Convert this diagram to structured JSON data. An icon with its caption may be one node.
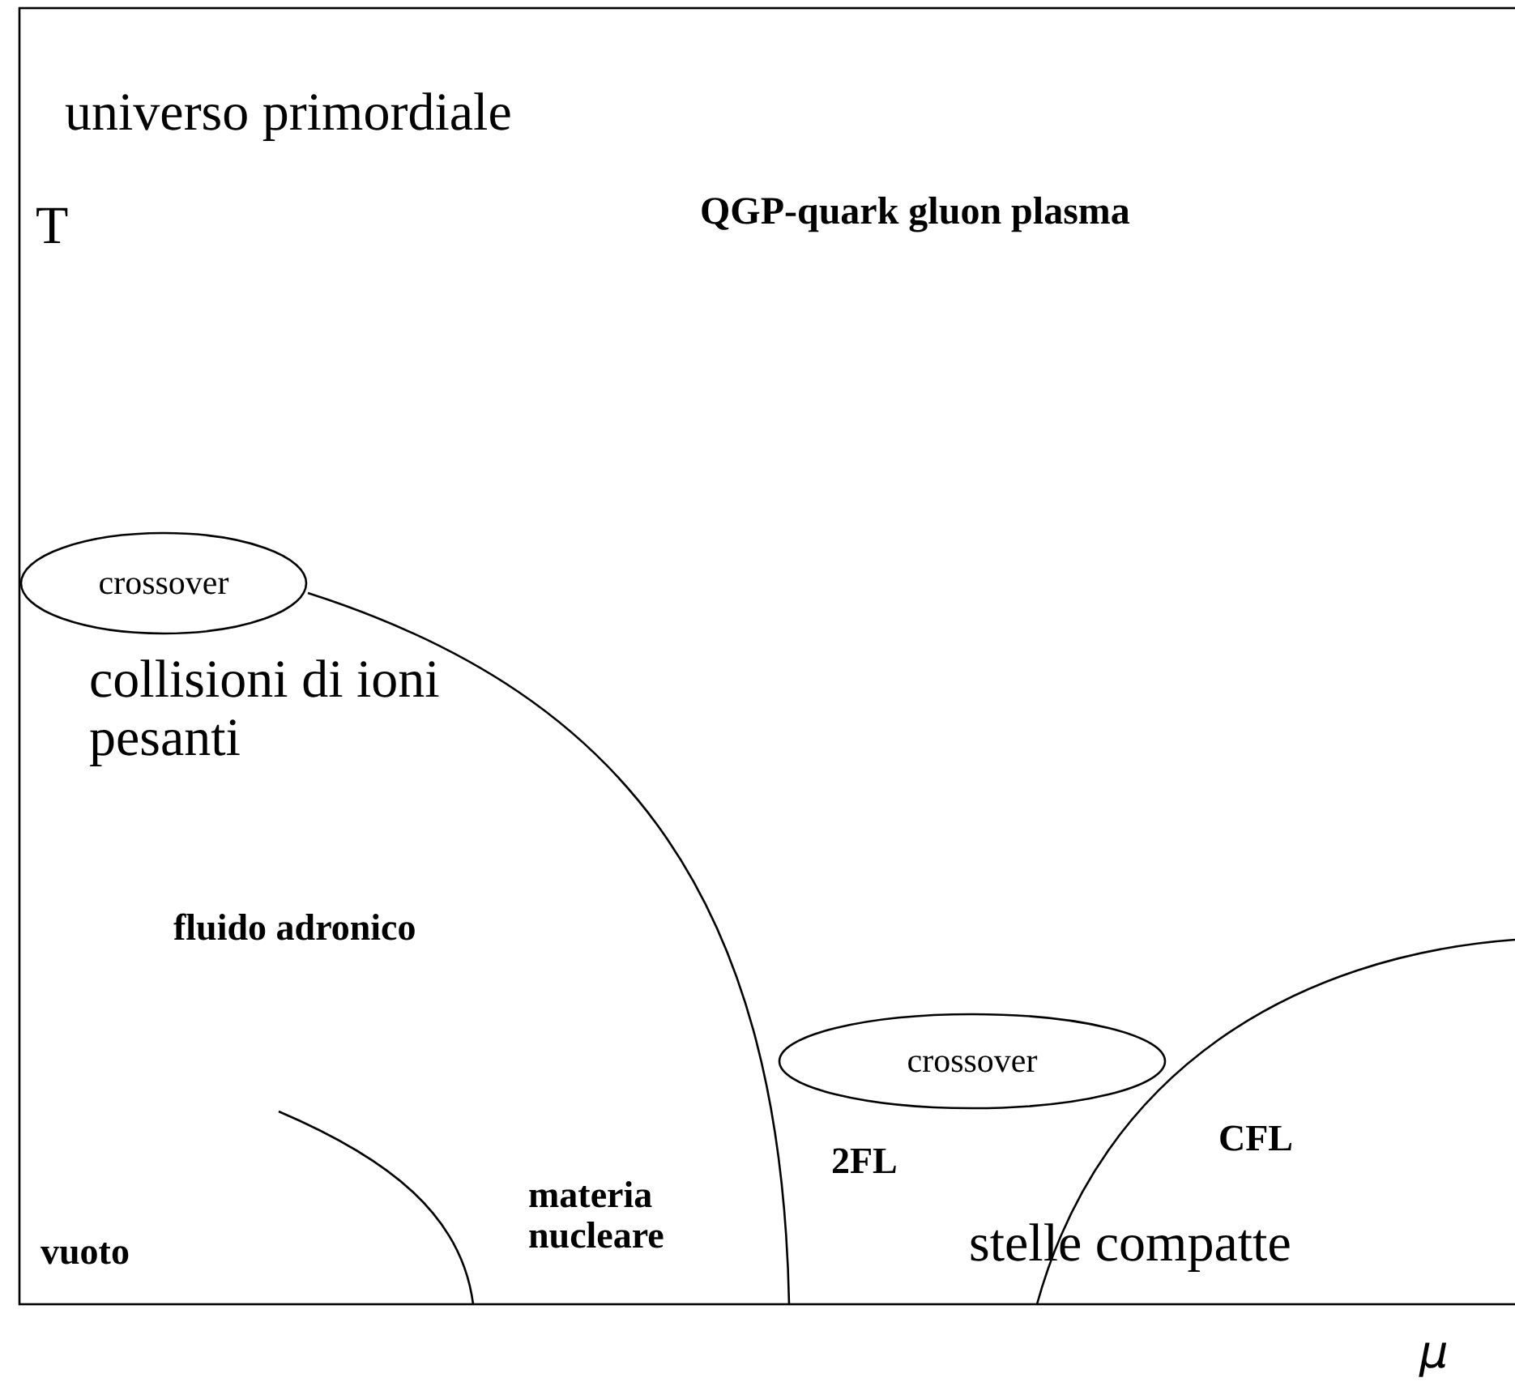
{
  "diagram": {
    "nodes": [
      {
        "text": [
          "crossover"
        ]
      },
      {
        "text": [
          "crossover"
        ]
      }
    ],
    "labels": [
      "universo primordiale",
      "T",
      "QGP-quark gluon plasma",
      "collisioni di ioni pesanti",
      "fluido adronico",
      "2FL",
      "CFL",
      "materia nucleare",
      "vuoto",
      "stelle compatte",
      "μ"
    ]
  }
}
